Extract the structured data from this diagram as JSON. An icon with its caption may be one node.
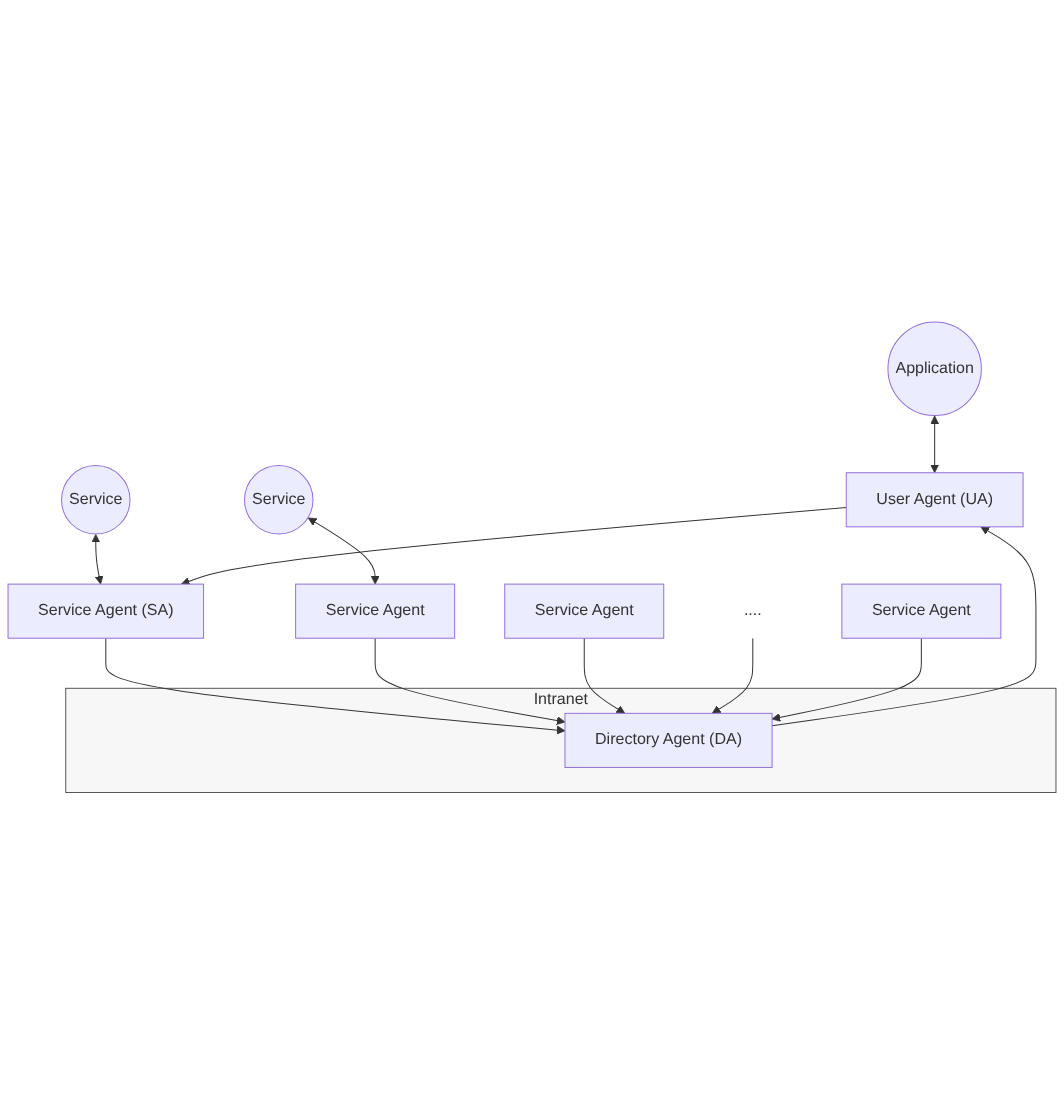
{
  "diagram": {
    "nodes": [
      {
        "text": [
          "Application"
        ]
      },
      {
        "text": [
          "Service"
        ]
      },
      {
        "text": [
          "Service"
        ]
      },
      {
        "text": [
          "User Agent (UA)"
        ]
      },
      {
        "text": [
          "Service Agent (SA)"
        ]
      },
      {
        "text": [
          "Service Agent"
        ]
      },
      {
        "text": [
          "Intranet"
        ]
      },
      {
        "text": [
          "Directory Agent (DA)"
        ],
        "in": 6
      },
      {
        "text": [
          "Service Agent"
        ]
      },
      {
        "text": [
          "...."
        ]
      },
      {
        "text": [
          "Service Agent"
        ]
      }
    ],
    "edges": [
      {
        "from": 0,
        "to": 3,
        "arrow": "both"
      },
      {
        "from": 1,
        "to": 4,
        "arrow": "both"
      },
      {
        "from": 2,
        "to": 5,
        "arrow": "both"
      },
      {
        "from": 3,
        "to": 4,
        "arrow": "to"
      },
      {
        "from": 7,
        "to": 3,
        "arrow": "to"
      },
      {
        "from": 4,
        "to": 7,
        "arrow": "to"
      },
      {
        "from": 5,
        "to": 7,
        "arrow": "to"
      },
      {
        "from": 8,
        "to": 7,
        "arrow": "to"
      },
      {
        "from": 9,
        "to": 7,
        "arrow": "to"
      },
      {
        "from": 10,
        "to": 7,
        "arrow": "to"
      }
    ]
  }
}
